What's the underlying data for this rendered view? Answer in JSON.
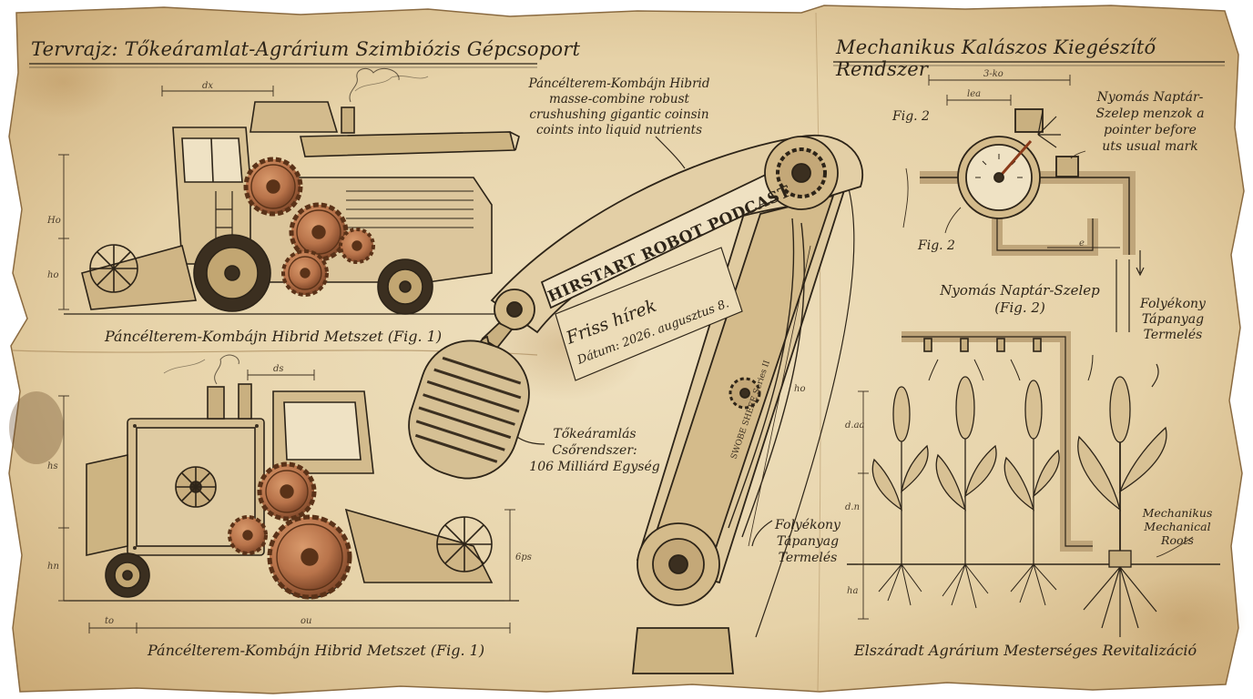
{
  "colors": {
    "paper": "#ead9b4",
    "paper_dark": "#cdb182",
    "ink": "#2d2418",
    "copper": "#b8734a",
    "copper_dark": "#7a4326"
  },
  "header": {
    "left_title": "Tervrajz: Tőkeáramlat-Agrárium Szimbiózis Gépcsoport",
    "right_title": "Mechanikus Kalászos Kiegészítő Rendszer"
  },
  "top_left": {
    "caption": "Páncélterem-Kombájn Hibrid Metszet (Fig. 1)",
    "dims": [
      "dx",
      "Ho",
      "ho"
    ]
  },
  "bottom_left": {
    "caption": "Páncélterem-Kombájn Hibrid Metszet (Fig. 1)",
    "dims": [
      "ds",
      "hs",
      "hn",
      "6ps",
      "to",
      "ou"
    ]
  },
  "center": {
    "top_note": [
      "Páncélterem-Kombájn Hibrid",
      "masse-combine robust",
      "crushushing gigantic coinsin",
      "coints into liquid nutrients"
    ],
    "arm_banner": "HIRSTART ROBOT PODCAST",
    "arm_text": "SWOBE SHEEE Series II",
    "news_title": "Friss hírek",
    "news_date": "Dátum: 2026. augusztus 8.",
    "mic_note": [
      "Tőkeáramlás",
      "Csőrendszer:",
      "106 Milliárd Egység"
    ],
    "arm_note": [
      "Folyékony",
      "Tápanyag",
      "Termelés"
    ],
    "arm_dim": "ho"
  },
  "right": {
    "fig_top": "Fig. 2",
    "fig_bottom": "Fig. 2",
    "gauge_note": [
      "Nyomás Naptár-",
      "Szelep menzok a",
      "pointer before",
      "uts usual mark"
    ],
    "valve_caption": [
      "Nyomás Naptár-Szelep",
      "(Fig. 2)"
    ],
    "liquid_note": [
      "Folyékony",
      "Tápanyag",
      "Termelés"
    ],
    "roots_note": [
      "Mechanikus",
      "Mechanical",
      "Roots"
    ],
    "caption": "Elszáradt Agrárium Mesterséges Revitalizáció",
    "dims": [
      "3-ko",
      "lea",
      "e",
      "d.aa",
      "d.n",
      "ha"
    ]
  }
}
